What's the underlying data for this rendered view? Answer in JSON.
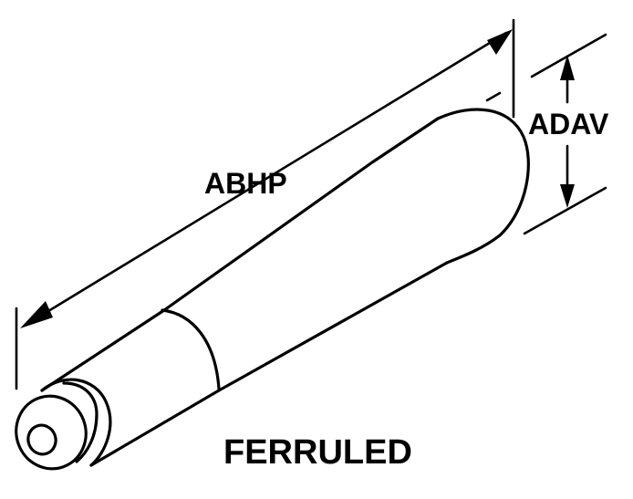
{
  "diagram": {
    "dimension_length_label": "ABHP",
    "dimension_diameter_label": "ADAV",
    "caption": "FERRULED"
  },
  "colors": {
    "line": "#000000",
    "background": "#ffffff"
  }
}
